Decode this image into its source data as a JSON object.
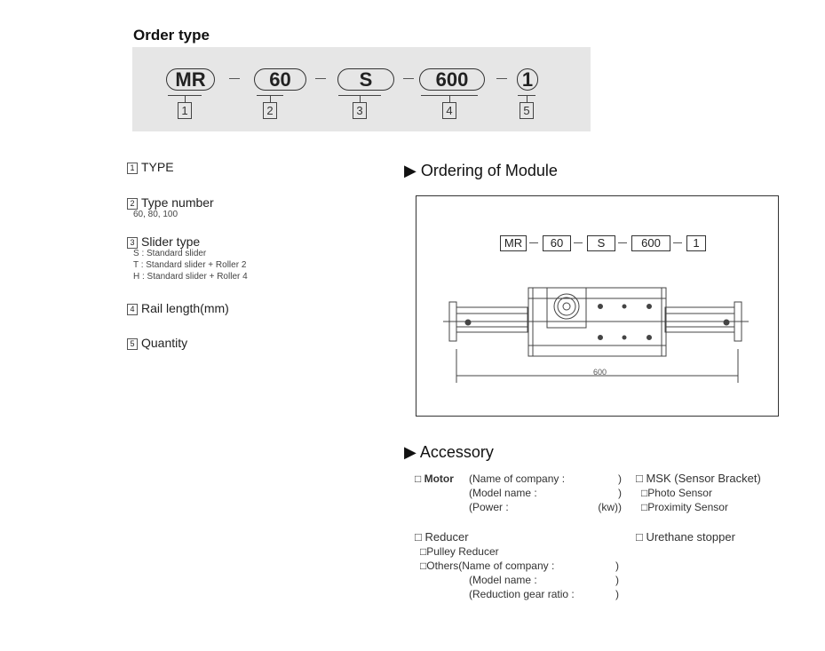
{
  "order_type": {
    "title": "Order type",
    "codes": [
      "MR",
      "60",
      "S",
      "600",
      "1"
    ],
    "numbers": [
      "1",
      "2",
      "3",
      "4",
      "5"
    ]
  },
  "legend": {
    "type": {
      "num": "1",
      "label": "TYPE"
    },
    "type_number": {
      "num": "2",
      "label": "Type number",
      "detail": "60, 80, 100"
    },
    "slider_type": {
      "num": "3",
      "label": "Slider type",
      "options": [
        "S : Standard slider",
        "T : Standard slider + Roller 2",
        "H : Standard slider + Roller 4"
      ]
    },
    "rail_length": {
      "num": "4",
      "label": "Rail length(mm)"
    },
    "quantity": {
      "num": "5",
      "label": "Quantity"
    }
  },
  "ordering": {
    "title": "▶ Ordering of Module",
    "codes": [
      "MR",
      "60",
      "S",
      "600",
      "1"
    ],
    "dimension": "600"
  },
  "accessory": {
    "title": "▶ Accessory",
    "motor": {
      "label": "□ Motor",
      "lines": [
        "(Name of company :",
        "(Model name :",
        "(Power :"
      ],
      "ends": [
        ")",
        ")",
        "(kw))"
      ]
    },
    "reducer": {
      "label": "□ Reducer",
      "pulley": "□Pulley Reducer",
      "others": "□Others(Name of company :",
      "lines": [
        "(Model name :",
        "(Reduction gear ratio :"
      ],
      "end": ")"
    },
    "msk": {
      "label": "□ MSK (Sensor Bracket)",
      "options": [
        "□Photo Sensor",
        "□Proximity Sensor"
      ]
    },
    "urethane": "□ Urethane stopper"
  }
}
